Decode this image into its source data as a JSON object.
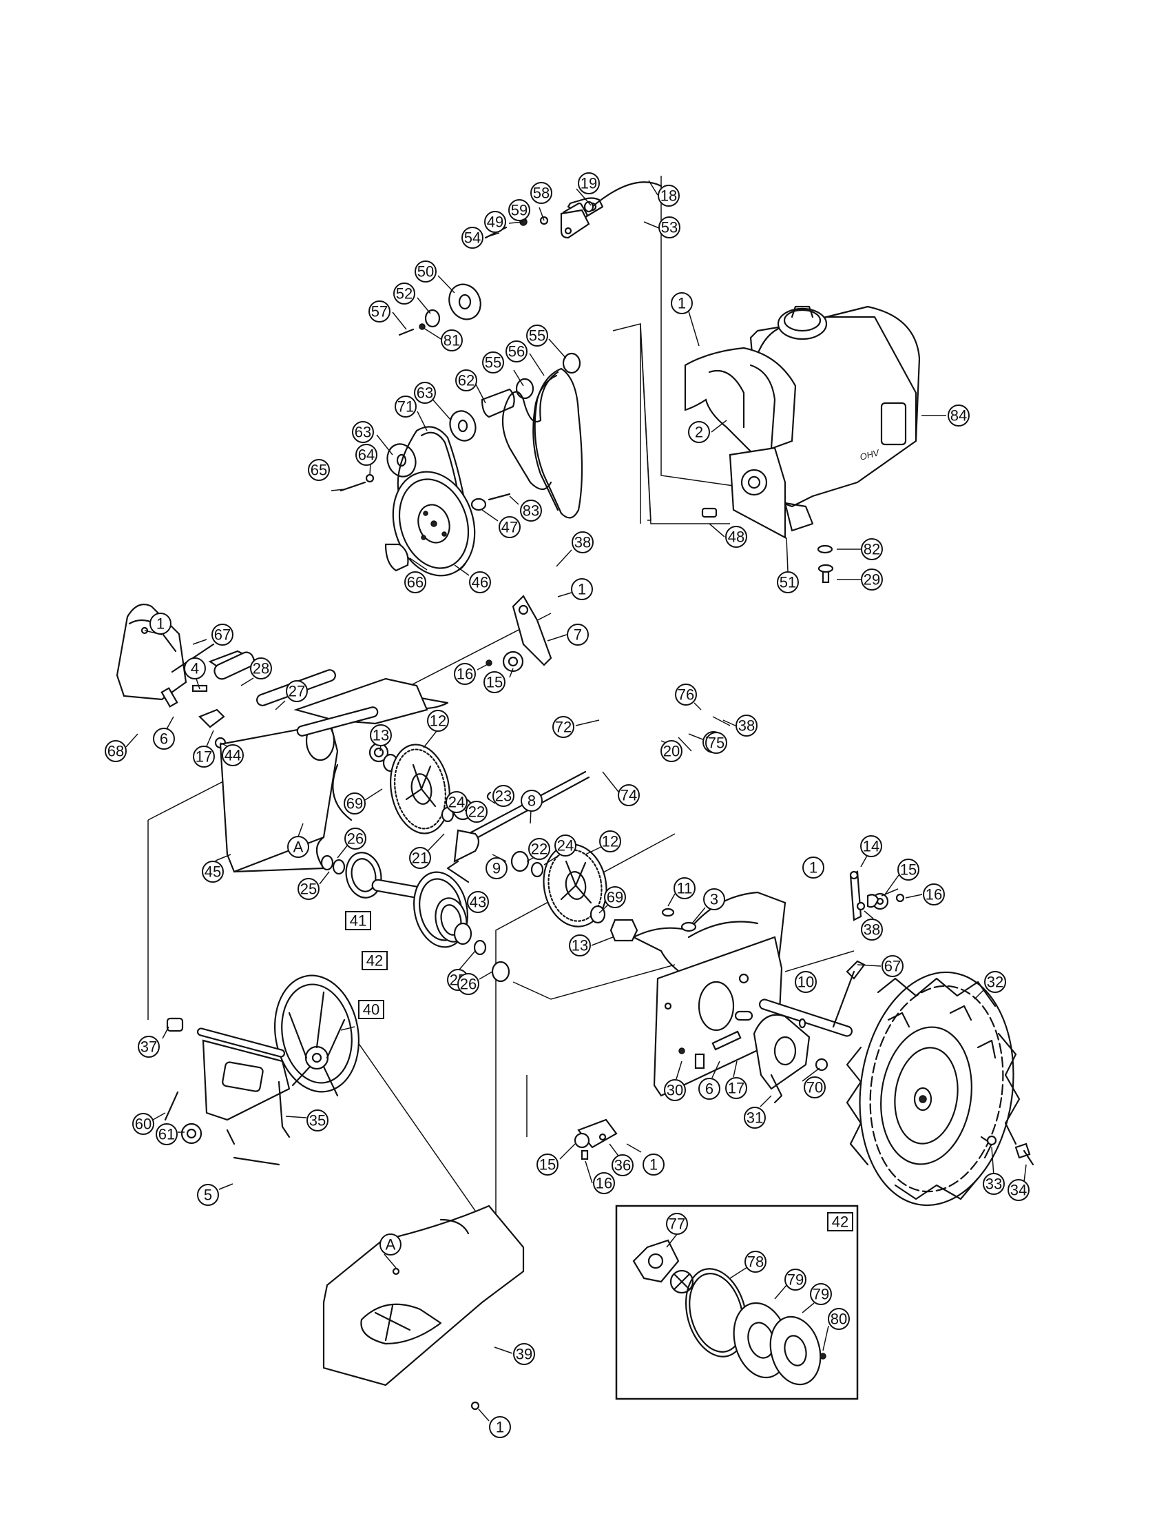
{
  "callouts": [
    {
      "label": "18"
    },
    {
      "label": "19"
    },
    {
      "label": "58"
    },
    {
      "label": "53"
    },
    {
      "label": "59"
    },
    {
      "label": "49"
    },
    {
      "label": "54"
    },
    {
      "label": "50"
    },
    {
      "label": "52"
    },
    {
      "label": "57"
    },
    {
      "label": "81"
    },
    {
      "label": "1"
    },
    {
      "label": "55"
    },
    {
      "label": "56"
    },
    {
      "label": "55"
    },
    {
      "label": "62"
    },
    {
      "label": "63"
    },
    {
      "label": "71"
    },
    {
      "label": "63"
    },
    {
      "label": "64"
    },
    {
      "label": "65"
    },
    {
      "label": "2"
    },
    {
      "label": "84"
    },
    {
      "label": "83"
    },
    {
      "label": "47"
    },
    {
      "label": "48"
    },
    {
      "label": "82"
    },
    {
      "label": "29"
    },
    {
      "label": "51"
    },
    {
      "label": "66"
    },
    {
      "label": "46"
    },
    {
      "label": "38"
    },
    {
      "label": "1"
    },
    {
      "label": "7"
    },
    {
      "label": "1"
    },
    {
      "label": "67"
    },
    {
      "label": "4"
    },
    {
      "label": "28"
    },
    {
      "label": "27"
    },
    {
      "label": "16"
    },
    {
      "label": "15"
    },
    {
      "label": "6"
    },
    {
      "label": "68"
    },
    {
      "label": "17"
    },
    {
      "label": "44"
    },
    {
      "label": "13"
    },
    {
      "label": "12"
    },
    {
      "label": "76"
    },
    {
      "label": "38"
    },
    {
      "label": "72"
    },
    {
      "label": "73"
    },
    {
      "label": "75"
    },
    {
      "label": "20"
    },
    {
      "label": "74"
    },
    {
      "label": "69"
    },
    {
      "label": "24"
    },
    {
      "label": "22"
    },
    {
      "label": "23"
    },
    {
      "label": "8"
    },
    {
      "label": "22"
    },
    {
      "label": "24"
    },
    {
      "label": "12"
    },
    {
      "label": "21"
    },
    {
      "label": "9"
    },
    {
      "label": "45"
    },
    {
      "label": "26"
    },
    {
      "label": "25"
    },
    {
      "label": "69"
    },
    {
      "label": "11"
    },
    {
      "label": "3"
    },
    {
      "label": "43"
    },
    {
      "label": "13"
    },
    {
      "label": "14"
    },
    {
      "label": "15"
    },
    {
      "label": "1"
    },
    {
      "label": "16"
    },
    {
      "label": "38"
    },
    {
      "label": "25"
    },
    {
      "label": "26"
    },
    {
      "label": "67"
    },
    {
      "label": "32"
    },
    {
      "label": "10"
    },
    {
      "label": "37"
    },
    {
      "label": "6"
    },
    {
      "label": "17"
    },
    {
      "label": "70"
    },
    {
      "label": "30"
    },
    {
      "label": "31"
    },
    {
      "label": "60"
    },
    {
      "label": "61"
    },
    {
      "label": "35"
    },
    {
      "label": "15"
    },
    {
      "label": "36"
    },
    {
      "label": "1"
    },
    {
      "label": "16"
    },
    {
      "label": "33"
    },
    {
      "label": "34"
    },
    {
      "label": "5"
    },
    {
      "label": "77"
    },
    {
      "label": "78"
    },
    {
      "label": "79"
    },
    {
      "label": "79"
    },
    {
      "label": "80"
    },
    {
      "label": "39"
    },
    {
      "label": "1"
    }
  ],
  "assembly_callouts": [
    {
      "label": "41"
    },
    {
      "label": "42"
    },
    {
      "label": "40"
    },
    {
      "label": "42"
    }
  ],
  "reference_markers": [
    {
      "label": "A"
    },
    {
      "label": "A"
    }
  ],
  "engine": {
    "brand_marking": "OHV"
  },
  "colors": {
    "line": "#111111",
    "background": "#ffffff"
  }
}
